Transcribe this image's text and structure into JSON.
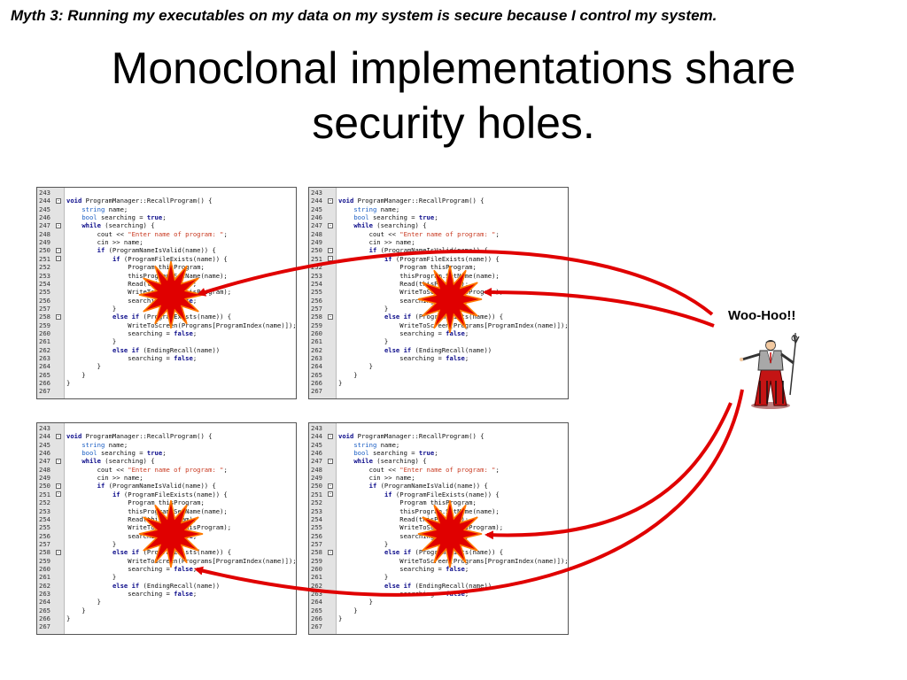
{
  "slide": {
    "myth": "Myth 3: Running my executables on my data on my system is secure because I control my system.",
    "title_line1": "Monoclonal implementations share",
    "title_line2": "security holes.",
    "callout": "Woo-Hoo!!"
  },
  "code_lines": [
    {
      "n": "243",
      "fold": "",
      "code": ""
    },
    {
      "n": "244",
      "fold": "-",
      "code": "void ProgramManager::RecallProgram() {"
    },
    {
      "n": "245",
      "fold": "",
      "code": "    string name;"
    },
    {
      "n": "246",
      "fold": "",
      "code": "    bool searching = true;"
    },
    {
      "n": "247",
      "fold": "-",
      "code": "    while (searching) {"
    },
    {
      "n": "248",
      "fold": "",
      "code": "        cout << \"Enter name of program: \";"
    },
    {
      "n": "249",
      "fold": "",
      "code": "        cin >> name;"
    },
    {
      "n": "250",
      "fold": "-",
      "code": "        if (ProgramNameIsValid(name)) {"
    },
    {
      "n": "251",
      "fold": "-",
      "code": "            if (ProgramFileExists(name)) {"
    },
    {
      "n": "252",
      "fold": "",
      "code": "                Program thisProgram;"
    },
    {
      "n": "253",
      "fold": "",
      "code": "                thisProgram.SetName(name);"
    },
    {
      "n": "254",
      "fold": "",
      "code": "                Read(thisProgram);"
    },
    {
      "n": "255",
      "fold": "",
      "code": "                WriteToScreen(thisProgram);"
    },
    {
      "n": "256",
      "fold": "",
      "code": "                searching = false;"
    },
    {
      "n": "257",
      "fold": "",
      "code": "            }"
    },
    {
      "n": "258",
      "fold": "-",
      "code": "            else if (ProgramExists(name)) {"
    },
    {
      "n": "259",
      "fold": "",
      "code": "                WriteToScreen(Programs[ProgramIndex(name)]);"
    },
    {
      "n": "260",
      "fold": "",
      "code": "                searching = false;"
    },
    {
      "n": "261",
      "fold": "",
      "code": "            }"
    },
    {
      "n": "262",
      "fold": "",
      "code": "            else if (EndingRecall(name))"
    },
    {
      "n": "263",
      "fold": "",
      "code": "                searching = false;"
    },
    {
      "n": "264",
      "fold": "",
      "code": "        }"
    },
    {
      "n": "265",
      "fold": "",
      "code": "    }"
    },
    {
      "n": "266",
      "fold": "",
      "code": "}"
    },
    {
      "n": "267",
      "fold": "",
      "code": ""
    }
  ],
  "colors": {
    "arrow": "#e00000",
    "burst": "#e00000",
    "burst_stroke": "#ff7a00"
  }
}
